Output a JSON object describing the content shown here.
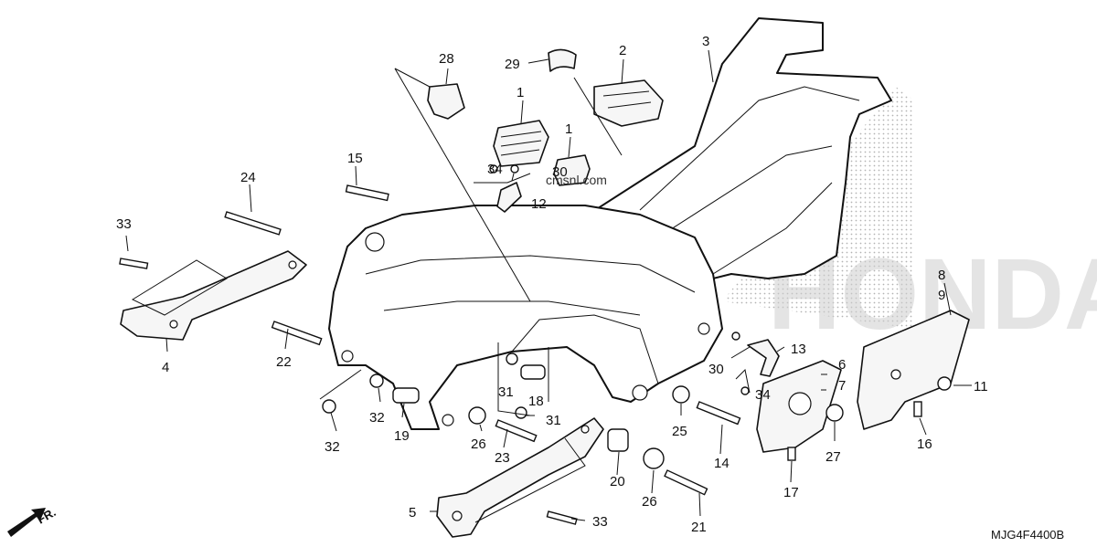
{
  "diagram": {
    "watermark_text": "HONDA",
    "watermark_url": "cmsnl.com",
    "diagram_code": "MJG4F4400B",
    "direction_label": "FR.",
    "callouts": [
      "1",
      "1",
      "2",
      "3",
      "4",
      "5",
      "6",
      "7",
      "8",
      "9",
      "11",
      "12",
      "13",
      "14",
      "15",
      "16",
      "17",
      "18",
      "19",
      "20",
      "21",
      "22",
      "23",
      "24",
      "25",
      "26",
      "26",
      "27",
      "28",
      "29",
      "30",
      "30",
      "31",
      "31",
      "32",
      "32",
      "33",
      "33",
      "34",
      "34"
    ]
  }
}
